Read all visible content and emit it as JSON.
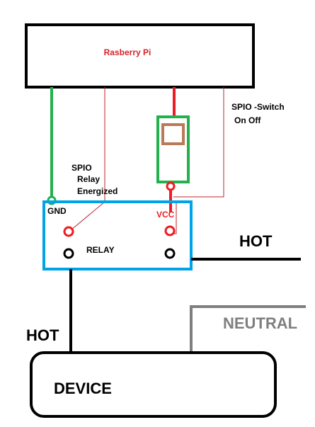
{
  "labels": {
    "raspberry_pi": "Rasberry Pi",
    "spio_switch_line1": "SPIO -Switch",
    "spio_switch_line2": "On Off",
    "spio_relay_line1": "SPIO",
    "spio_relay_line2": "Relay",
    "spio_relay_line3": "Energized",
    "gnd": "GND",
    "vcc": "VCC",
    "relay": "RELAY",
    "hot_right": "HOT",
    "neutral": "NEUTRAL",
    "hot_left": "HOT",
    "device": "DEVICE"
  },
  "colors": {
    "black": "#000000",
    "green": "#22b14c",
    "red": "#ed1c24",
    "thin_red": "#c0232b",
    "blue": "#00a2e8",
    "brown": "#b97a57",
    "gray": "#7f7f7f",
    "raspberry_label": "#d8232a"
  }
}
